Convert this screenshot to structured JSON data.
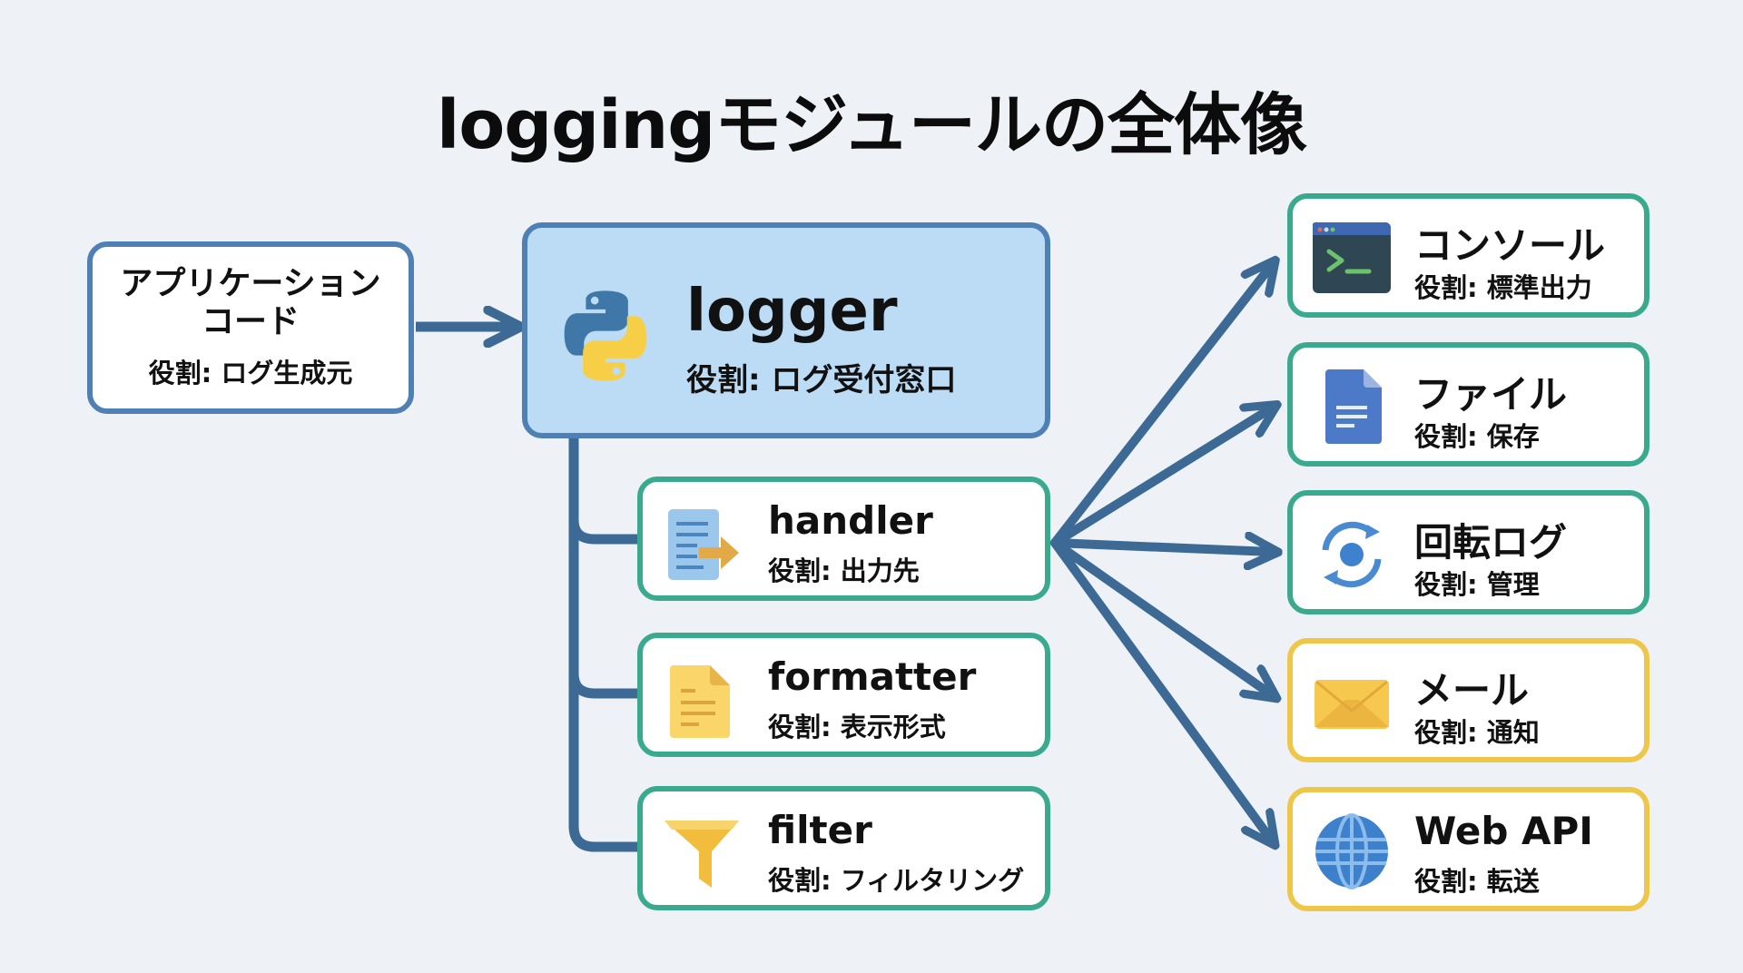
{
  "title": "loggingモジュールの全体像",
  "colors": {
    "background": "#eef2f6",
    "primary_blue": "#4f80b5",
    "logger_fill": "#bcdcf5",
    "connector": "#3d6a94",
    "green_border": "#3aaa8e",
    "yellow_border": "#edc64a"
  },
  "source": {
    "name_line1": "アプリケーション",
    "name_line2": "コード",
    "role": "役割: ログ生成元"
  },
  "logger": {
    "name": "logger",
    "role": "役割: ログ受付窓口",
    "icon": "python-logo-icon"
  },
  "components": [
    {
      "name": "handler",
      "role": "役割: 出力先",
      "icon": "document-arrow-icon"
    },
    {
      "name": "formatter",
      "role": "役割: 表示形式",
      "icon": "yellow-document-icon"
    },
    {
      "name": "filter",
      "role": "役割: フィルタリング",
      "icon": "funnel-icon"
    }
  ],
  "destinations": [
    {
      "name": "コンソール",
      "role": "役割: 標準出力",
      "icon": "terminal-icon",
      "border": "green"
    },
    {
      "name": "ファイル",
      "role": "役割: 保存",
      "icon": "file-icon",
      "border": "green"
    },
    {
      "name": "回転ログ",
      "role": "役割: 管理",
      "icon": "rotate-icon",
      "border": "green"
    },
    {
      "name": "メール",
      "role": "役割: 通知",
      "icon": "envelope-icon",
      "border": "yellow"
    },
    {
      "name": "Web API",
      "role": "役割: 転送",
      "icon": "globe-icon",
      "border": "yellow"
    }
  ]
}
